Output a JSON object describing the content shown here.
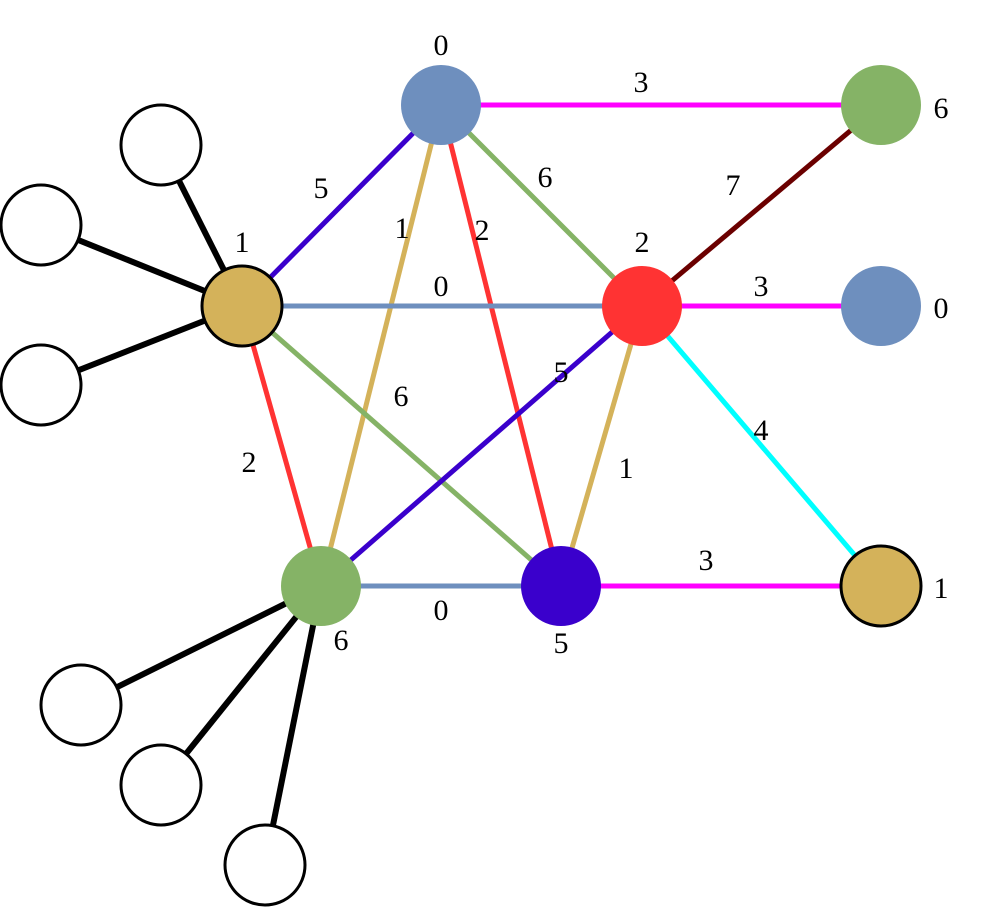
{
  "colors": {
    "gold": "#D4B25A",
    "green": "#85B366",
    "steel_blue": "#6E8FBE",
    "red": "#FF3333",
    "indigo": "#3A00CC",
    "magenta": "#FF00FF",
    "cyan": "#00FFFF",
    "maroon": "#6B0000",
    "black": "#000000",
    "white": "#FFFFFF"
  },
  "nodes": [
    {
      "id": "n-top",
      "label": "0",
      "fill": "#6E8FBE",
      "stroke": "none"
    },
    {
      "id": "n-left",
      "label": "1",
      "fill": "#D4B25A",
      "stroke": "#000000"
    },
    {
      "id": "n-center-right",
      "label": "2",
      "fill": "#FF3333",
      "stroke": "none"
    },
    {
      "id": "n-bottom-left",
      "label": "6",
      "fill": "#85B366",
      "stroke": "none"
    },
    {
      "id": "n-bottom-center",
      "label": "5",
      "fill": "#3A00CC",
      "stroke": "none"
    },
    {
      "id": "n-right-top",
      "label": "6",
      "fill": "#85B366",
      "stroke": "none"
    },
    {
      "id": "n-right-middle",
      "label": "0",
      "fill": "#6E8FBE",
      "stroke": "none"
    },
    {
      "id": "n-right-bottom",
      "label": "1",
      "fill": "#D4B25A",
      "stroke": "#000000"
    },
    {
      "id": "e-left-1",
      "label": "",
      "fill": "#FFFFFF",
      "stroke": "#000000"
    },
    {
      "id": "e-left-2",
      "label": "",
      "fill": "#FFFFFF",
      "stroke": "#000000"
    },
    {
      "id": "e-left-3",
      "label": "",
      "fill": "#FFFFFF",
      "stroke": "#000000"
    },
    {
      "id": "e-bottom-1",
      "label": "",
      "fill": "#FFFFFF",
      "stroke": "#000000"
    },
    {
      "id": "e-bottom-2",
      "label": "",
      "fill": "#FFFFFF",
      "stroke": "#000000"
    },
    {
      "id": "e-bottom-3",
      "label": "",
      "fill": "#FFFFFF",
      "stroke": "#000000"
    }
  ],
  "edges": [
    {
      "from": "n-top",
      "to": "n-right-top",
      "label": "3",
      "color": "#FF00FF"
    },
    {
      "from": "n-top",
      "to": "n-left",
      "label": "5",
      "color": "#3A00CC"
    },
    {
      "from": "n-top",
      "to": "n-center-right",
      "label": "6",
      "color": "#85B366"
    },
    {
      "from": "n-top",
      "to": "n-bottom-left",
      "label": "1",
      "color": "#D4B25A"
    },
    {
      "from": "n-top",
      "to": "n-bottom-center",
      "label": "2",
      "color": "#FF3333"
    },
    {
      "from": "n-left",
      "to": "n-center-right",
      "label": "0",
      "color": "#6E8FBE"
    },
    {
      "from": "n-left",
      "to": "n-bottom-center",
      "label": "6",
      "color": "#85B366"
    },
    {
      "from": "n-left",
      "to": "n-bottom-left",
      "label": "2",
      "color": "#FF3333"
    },
    {
      "from": "n-center-right",
      "to": "n-right-top",
      "label": "7",
      "color": "#6B0000"
    },
    {
      "from": "n-center-right",
      "to": "n-right-middle",
      "label": "3",
      "color": "#FF00FF"
    },
    {
      "from": "n-center-right",
      "to": "n-bottom-left",
      "label": "5",
      "color": "#3A00CC"
    },
    {
      "from": "n-center-right",
      "to": "n-bottom-center",
      "label": "1",
      "color": "#D4B25A"
    },
    {
      "from": "n-center-right",
      "to": "n-right-bottom",
      "label": "4",
      "color": "#00FFFF"
    },
    {
      "from": "n-bottom-left",
      "to": "n-bottom-center",
      "label": "0",
      "color": "#6E8FBE"
    },
    {
      "from": "n-bottom-center",
      "to": "n-right-bottom",
      "label": "3",
      "color": "#FF00FF"
    },
    {
      "from": "n-left",
      "to": "e-left-1",
      "label": "",
      "color": "#000000"
    },
    {
      "from": "n-left",
      "to": "e-left-2",
      "label": "",
      "color": "#000000"
    },
    {
      "from": "n-left",
      "to": "e-left-3",
      "label": "",
      "color": "#000000"
    },
    {
      "from": "n-bottom-left",
      "to": "e-bottom-1",
      "label": "",
      "color": "#000000"
    },
    {
      "from": "n-bottom-left",
      "to": "e-bottom-2",
      "label": "",
      "color": "#000000"
    },
    {
      "from": "n-bottom-left",
      "to": "e-bottom-3",
      "label": "",
      "color": "#000000"
    }
  ]
}
